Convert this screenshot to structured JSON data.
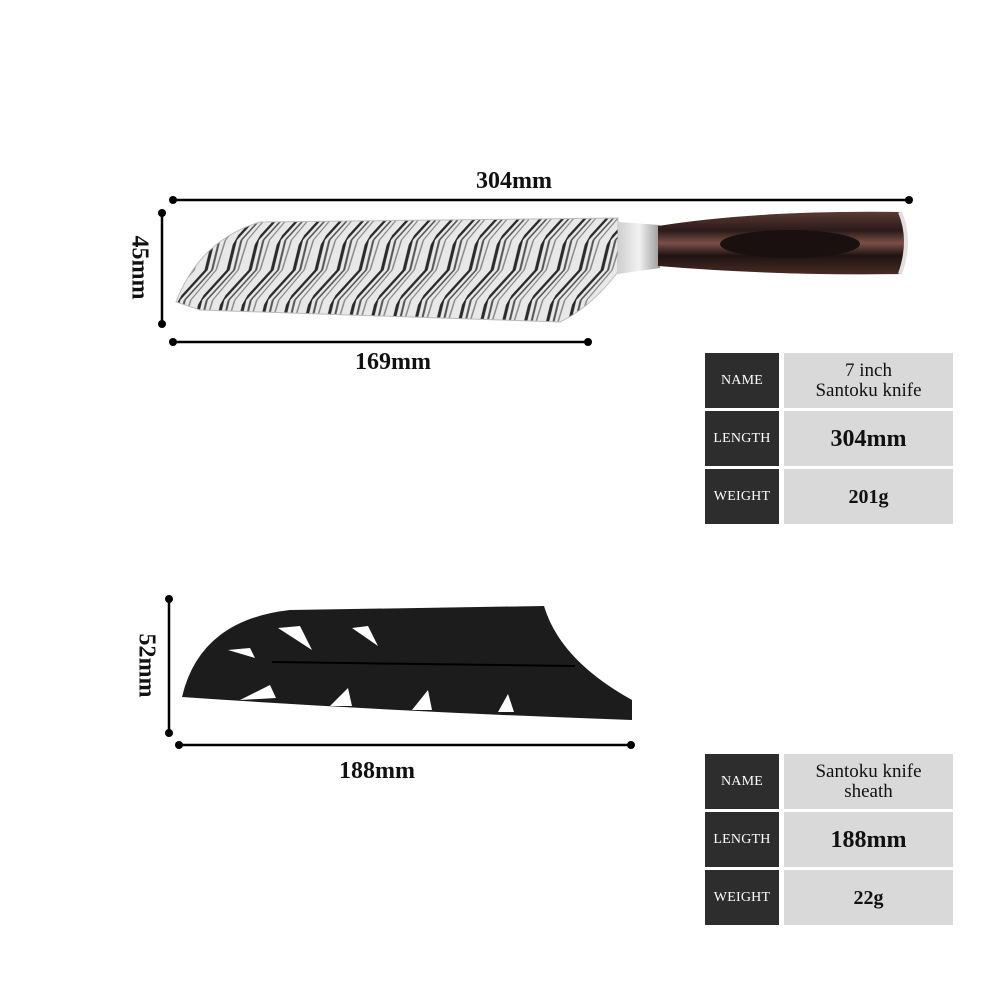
{
  "knife": {
    "total_length_label": "304mm",
    "blade_length_label": "169mm",
    "blade_height_label": "45mm",
    "blade_color": "#d8d8d8",
    "handle_color": "#4a2a26"
  },
  "sheath": {
    "length_label": "188mm",
    "height_label": "52mm",
    "color": "#1c1c1c"
  },
  "knife_spec": {
    "rows": [
      {
        "key": "NAME",
        "value_line1": "7 inch",
        "value_line2": "Santoku knife"
      },
      {
        "key": "LENGTH",
        "value": "304mm"
      },
      {
        "key": "WEIGHT",
        "value": "201g"
      }
    ]
  },
  "sheath_spec": {
    "rows": [
      {
        "key": "NAME",
        "value_line1": "Santoku knife",
        "value_line2": "sheath"
      },
      {
        "key": "LENGTH",
        "value": "188mm"
      },
      {
        "key": "WEIGHT",
        "value": "22g"
      }
    ]
  }
}
